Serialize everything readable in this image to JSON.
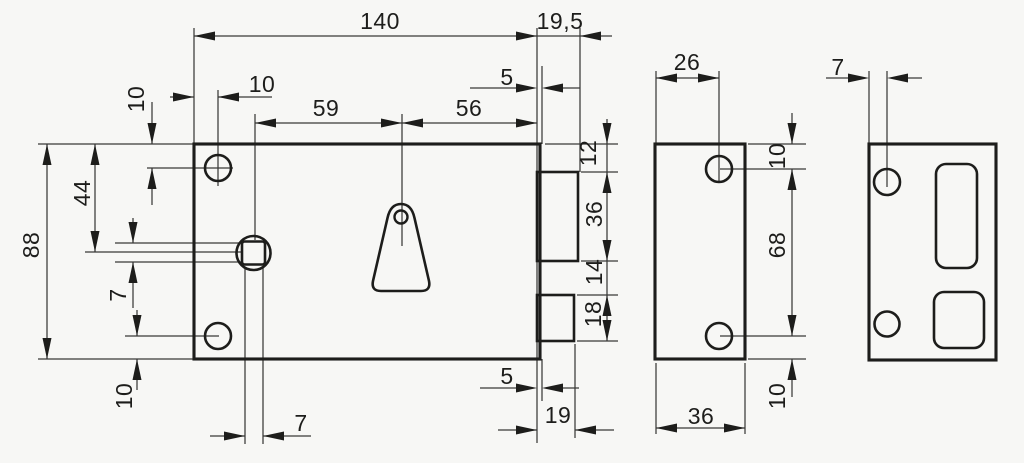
{
  "colors": {
    "background": "#f7f7f5",
    "line": "#1d1d1b",
    "dim_line": "#3a3a38"
  },
  "dims": {
    "case_width": "140",
    "faceplate_width": "19,5",
    "screw_hole_inset": "10",
    "follower_to_keyhole": "59",
    "keyhole_to_face": "56",
    "face_offset_top": "5",
    "screw_hole_top": "10",
    "follower_axis": "44",
    "case_height": "88",
    "follower_square_v": "7",
    "screw_hole_bottom": "10",
    "follower_square_h": "7",
    "face_offset_bottom": "5",
    "face_to_deadbolt": "19",
    "latch_offset_top": "12",
    "latch_height": "36",
    "bolt_gap": "14",
    "deadbolt_height": "18",
    "side_hole_inset": "26",
    "side_hole_top": "10",
    "side_hole_spacing": "68",
    "side_hole_bottom": "10",
    "case_depth": "36",
    "strike_hole_inset": "7"
  }
}
